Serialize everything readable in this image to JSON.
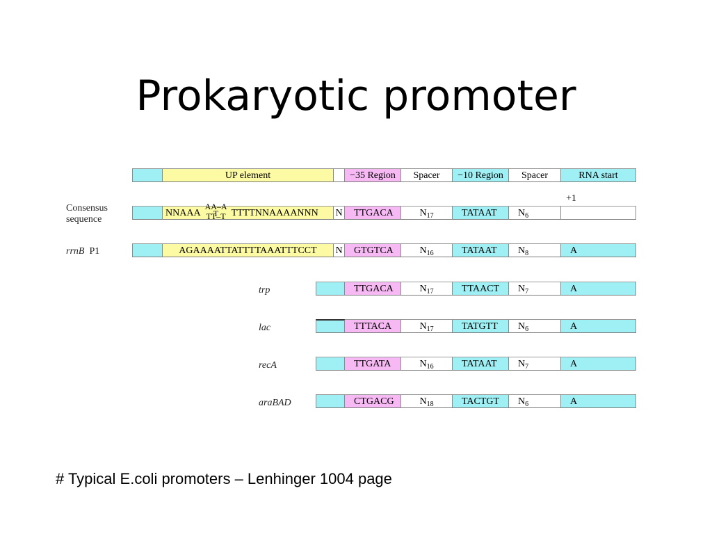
{
  "title": "Prokaryotic promoter",
  "header": {
    "up_element": "UP element",
    "region35": "−35 Region",
    "spacer1": "Spacer",
    "region10": "−10 Region",
    "spacer2": "Spacer",
    "rna_start": "RNA start"
  },
  "plus_one": "+1",
  "consensus": {
    "label_line1": "Consensus",
    "label_line2": "sequence",
    "up_prefix": "NNAAA",
    "up_stack_top": "AA–A",
    "up_stack_mid": "T",
    "up_stack_bot": "TT–T",
    "up_suffix": "TTTTNNAAAANNN",
    "n": "N",
    "r35": "TTGACA",
    "spacer1_base": "N",
    "spacer1_sub": "17",
    "r10": "TATAAT",
    "spacer2_base": "N",
    "spacer2_sub": "6",
    "start": ""
  },
  "rrnb": {
    "label_gene": "rrnB",
    "label_p": "P1",
    "up": "AGAAAATTATTTTAAATTTCCT",
    "n": "N",
    "r35": "GTGTCA",
    "spacer1_base": "N",
    "spacer1_sub": "16",
    "r10": "TATAAT",
    "spacer2_base": "N",
    "spacer2_sub": "8",
    "start": "A"
  },
  "promoters": [
    {
      "name": "trp",
      "r35": "TTGACA",
      "s1": "N",
      "s1_sub": "17",
      "r10": "TTAACT",
      "s2": "N",
      "s2_sub": "7",
      "start": "A"
    },
    {
      "name": "lac",
      "r35": "TTTACA",
      "s1": "N",
      "s1_sub": "17",
      "r10": "TATGTT",
      "s2": "N",
      "s2_sub": "6",
      "start": "A"
    },
    {
      "name": "recA",
      "r35": "TTGATA",
      "s1": "N",
      "s1_sub": "16",
      "r10": "TATAAT",
      "s2": "N",
      "s2_sub": "7",
      "start": "A"
    },
    {
      "name": "araBAD",
      "r35": "CTGACG",
      "s1": "N",
      "s1_sub": "18",
      "r10": "TACTGT",
      "s2": "N",
      "s2_sub": "6",
      "start": "A"
    }
  ],
  "footnote": "# Typical E.coli promoters – Lenhinger 1004 page",
  "colors": {
    "cyan": "#9ff0f5",
    "yellow": "#fdfaa4",
    "pink": "#f7b9f3"
  }
}
